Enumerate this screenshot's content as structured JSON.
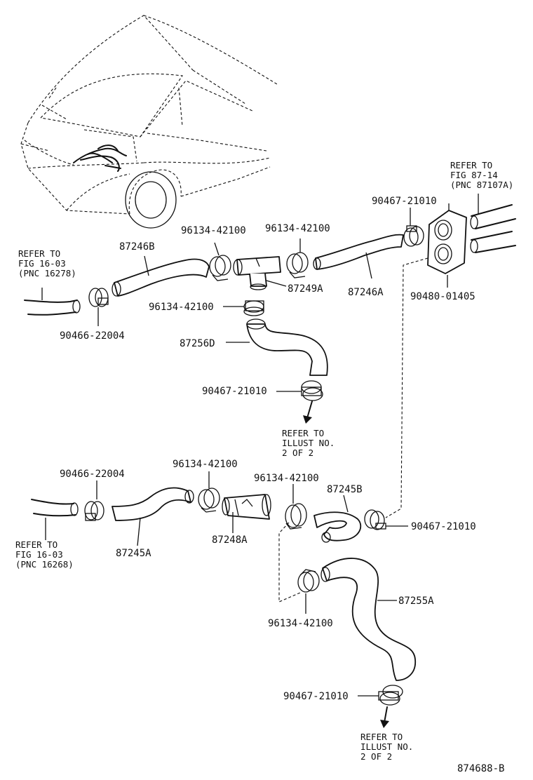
{
  "labels": {
    "l_87246B": "87246B",
    "l_87246A": "87246A",
    "l_87249A": "87249A",
    "l_87256D": "87256D",
    "l_87245A": "87245A",
    "l_87248A": "87248A",
    "l_87245B": "87245B",
    "l_87255A": "87255A",
    "c_961_a": "96134-42100",
    "c_961_b": "96134-42100",
    "c_961_c": "96134-42100",
    "c_961_d": "96134-42100",
    "c_961_e": "96134-42100",
    "c_961_f": "96134-42100",
    "c_904_top": "90467-21010",
    "c_904_mid": "90467-21010",
    "c_904_right": "90467-21010",
    "c_904_bottom": "90467-21010",
    "c_90466_top": "90466-22004",
    "c_90466_bot": "90466-22004",
    "grommet": "90480-01405",
    "diagram_id": "874688-B"
  },
  "refs": {
    "right_top": [
      "REFER TO",
      "FIG 87-14",
      "(PNC 87107A)"
    ],
    "left_top": [
      "REFER TO",
      "FIG 16-03",
      "(PNC 16278)"
    ],
    "left_bottom": [
      "REFER TO",
      "FIG 16-03",
      "(PNC 16268)"
    ],
    "illust_mid": [
      "REFER TO",
      "ILLUST NO.",
      "2 OF 2"
    ],
    "illust_bottom": [
      "REFER TO",
      "ILLUST NO.",
      "2 OF 2"
    ]
  }
}
